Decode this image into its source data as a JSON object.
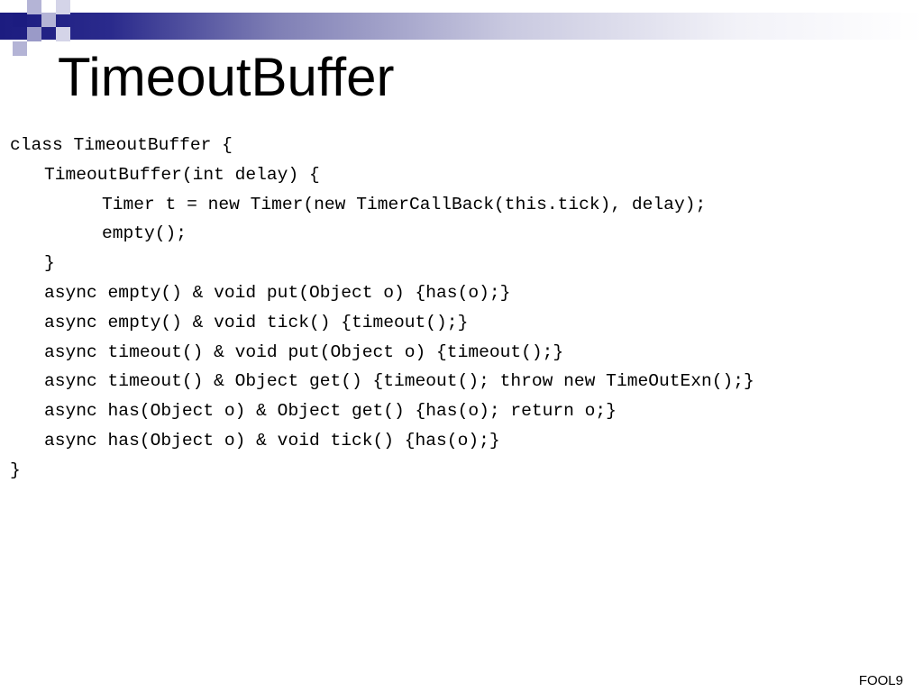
{
  "slide": {
    "title": "TimeoutBuffer",
    "footer": "FOOL9",
    "accent_color": "#1c1c80",
    "code_lines": [
      {
        "text": "class TimeoutBuffer {",
        "indent": 0
      },
      {
        "text": "TimeoutBuffer(int delay) {",
        "indent": 1
      },
      {
        "text": "Timer t = new Timer(new TimerCallBack(this.tick), delay);",
        "indent": 2
      },
      {
        "text": "empty();",
        "indent": 2
      },
      {
        "text": "}",
        "indent": 1
      },
      {
        "text": "async empty() & void put(Object o) {has(o);}",
        "indent": 1
      },
      {
        "text": "async empty() & void tick() {timeout();}",
        "indent": 1
      },
      {
        "text": "async timeout() & void put(Object o) {timeout();}",
        "indent": 1
      },
      {
        "text": "async timeout() & Object get() {timeout(); throw new TimeOutExn();}",
        "indent": 1
      },
      {
        "text": "async has(Object o) & Object get() {has(o); return o;}",
        "indent": 1
      },
      {
        "text": "async has(Object o) & void tick() {has(o);}",
        "indent": 1
      },
      {
        "text": "}",
        "indent": 0
      }
    ]
  }
}
